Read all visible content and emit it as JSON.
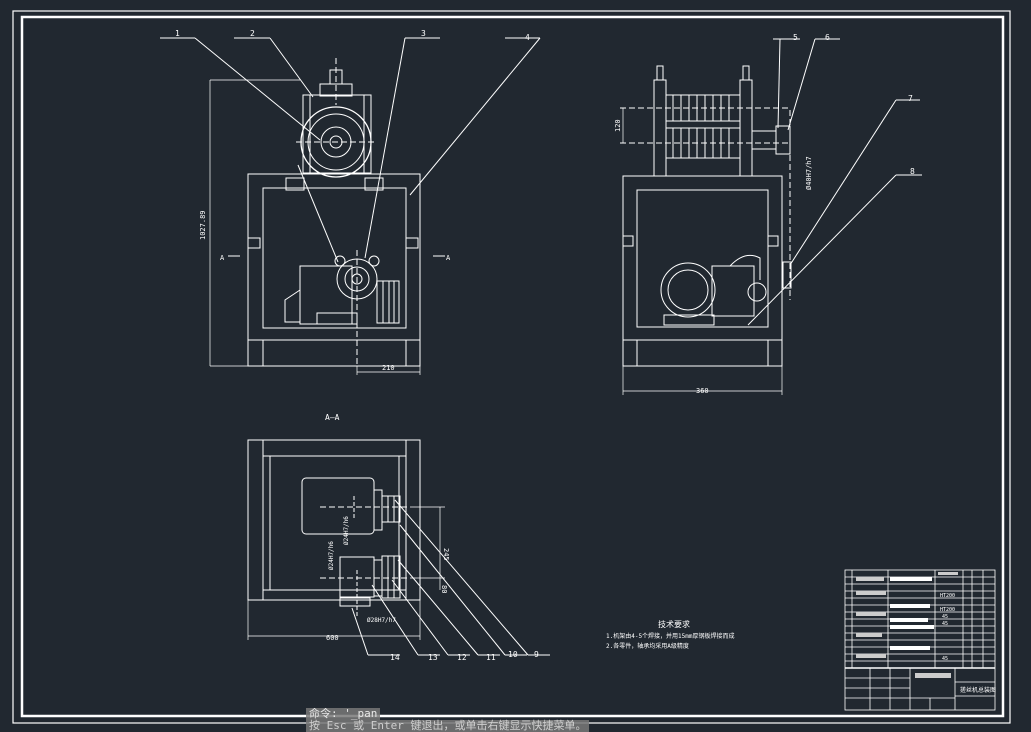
{
  "drawing": {
    "front_view": {
      "callouts": [
        "1",
        "2",
        "3",
        "4"
      ],
      "dimensions": {
        "height": "1027.89",
        "bottom": "210"
      },
      "section_markers": [
        "A",
        "A"
      ]
    },
    "side_view": {
      "callouts": [
        "5",
        "6",
        "7",
        "8"
      ],
      "dimensions": {
        "left": "120",
        "vertical_fit": "Ø40H7/h7",
        "bottom": "360"
      }
    },
    "section_view": {
      "title": "A—A",
      "callouts": [
        "14",
        "13",
        "12",
        "11",
        "10",
        "9"
      ],
      "dimensions": {
        "fit_1": "Ø24H7/h6",
        "fit_2": "Ø24H7/h6",
        "fit_3": "Ø28H7/h7",
        "vertical_1": "245",
        "vertical_2": "80",
        "bottom": "600"
      }
    },
    "technical_requirements": {
      "title": "技术要求",
      "lines": [
        "1.机架由4-5个焊接，并用15mm厚钢板焊接而成",
        "2.各零件，轴承均采用A级精度"
      ]
    },
    "title_block": {
      "material": "HT200",
      "rows_right": [
        "HT200",
        "HT200",
        "45",
        "45",
        "45"
      ],
      "drawing_name": "搓丝机总装图"
    }
  },
  "command_line": {
    "line1": "命令: '_pan",
    "line2": "按 Esc 或 Enter 键退出，或单击右键显示快捷菜单。"
  }
}
